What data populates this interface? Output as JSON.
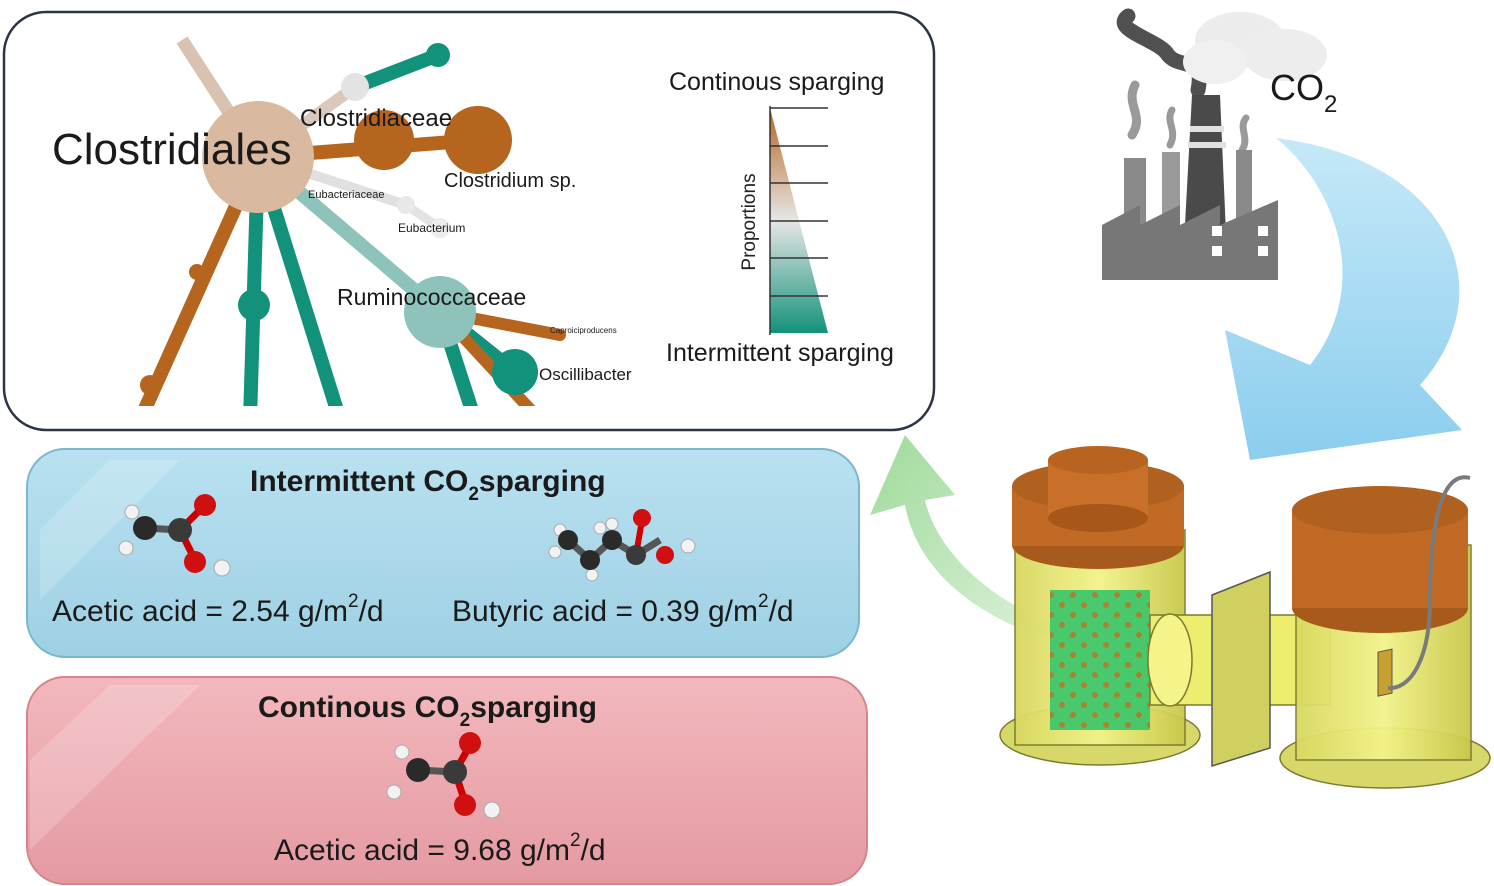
{
  "tree": {
    "root_label": "Clostridiales",
    "nodes": [
      "Clostridiaceae",
      "Clostridium sp.",
      "Eubacteriaceae",
      "Eubacterium",
      "Ruminococcaceae",
      "Caproiciproducens",
      "Oscillibacter"
    ]
  },
  "legend": {
    "top_label": "Continous sparging",
    "axis_label": "Proportions",
    "bottom_label": "Intermittent sparging"
  },
  "co2": {
    "text": "CO",
    "subscript": "2"
  },
  "intermittent": {
    "title_a": "Intermittent CO",
    "title_sub": "2",
    "title_b": "sparging",
    "acetic": {
      "text": "Acetic acid = 2.54 g/m",
      "sup": "2",
      "unit_tail": "/d"
    },
    "butyric": {
      "text": "Butyric acid = 0.39 g/m",
      "sup": "2",
      "unit_tail": "/d"
    }
  },
  "continuous": {
    "title_a": "Continous CO",
    "title_sub": "2",
    "title_b": "sparging",
    "acetic": {
      "text": "Acetic acid = 9.68 g/m",
      "sup": "2",
      "unit_tail": "/d"
    }
  },
  "colors": {
    "brown": "#b5651d",
    "teal": "#12927a",
    "root": "#d9b9a0",
    "intermittent_panel": "#a9d8ea",
    "continuous_panel": "#eda7ad",
    "arrow_blue": "#87cdee",
    "arrow_green": "#a6dca4"
  }
}
